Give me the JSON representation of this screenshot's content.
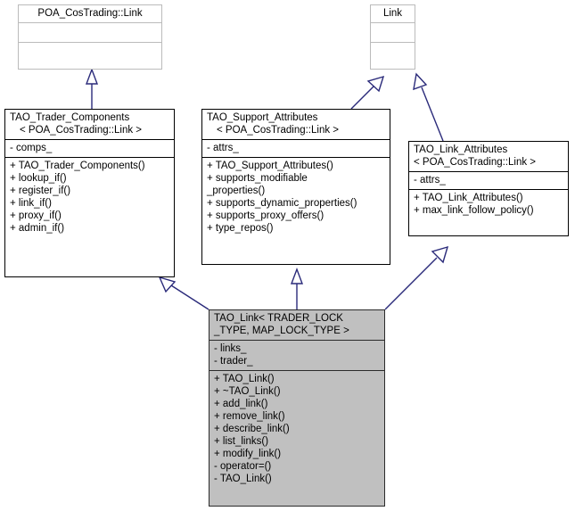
{
  "diagram": {
    "type": "uml-class-diagram",
    "title": "TAO_Link class inheritance diagram",
    "colors": {
      "edge": "#2a2a7a",
      "node_border": "#000000",
      "ghost_border": "#bbbbbb",
      "highlight_fill": "#c0c0c0",
      "background": "#ffffff"
    }
  },
  "nodes": {
    "poa_costrading_link": {
      "name_lines": [
        "POA_CosTrading::Link"
      ],
      "attributes": [],
      "operations": [],
      "style": "ghost"
    },
    "link": {
      "name_lines": [
        "Link"
      ],
      "attributes": [],
      "operations": [],
      "style": "ghost"
    },
    "tao_trader_components": {
      "name_lines": [
        "TAO_Trader_Components",
        "< POA_CosTrading::Link >"
      ],
      "attributes": [
        "- comps_"
      ],
      "operations": [
        "+ TAO_Trader_Components()",
        "+ lookup_if()",
        "+ register_if()",
        "+ link_if()",
        "+ proxy_if()",
        "+ admin_if()"
      ],
      "style": "plain"
    },
    "tao_support_attributes": {
      "name_lines": [
        "TAO_Support_Attributes",
        "< POA_CosTrading::Link >"
      ],
      "attributes": [
        "- attrs_"
      ],
      "operations": [
        "+ TAO_Support_Attributes()",
        "+ supports_modifiable",
        "_properties()",
        "+ supports_dynamic_properties()",
        "+ supports_proxy_offers()",
        "+ type_repos()"
      ],
      "style": "plain"
    },
    "tao_link_attributes": {
      "name_lines": [
        "TAO_Link_Attributes",
        "< POA_CosTrading::Link >"
      ],
      "attributes": [
        "- attrs_"
      ],
      "operations": [
        "+ TAO_Link_Attributes()",
        "+ max_link_follow_policy()"
      ],
      "style": "plain"
    },
    "tao_link": {
      "name_lines": [
        "TAO_Link< TRADER_LOCK",
        "_TYPE, MAP_LOCK_TYPE >"
      ],
      "attributes": [
        "- links_",
        "- trader_"
      ],
      "operations": [
        "+ TAO_Link()",
        "+ ~TAO_Link()",
        "+ add_link()",
        "+ remove_link()",
        "+ describe_link()",
        "+ list_links()",
        "+ modify_link()",
        "- operator=()",
        "- TAO_Link()"
      ],
      "style": "highlight"
    }
  },
  "edges": [
    {
      "from": "tao_trader_components",
      "to": "poa_costrading_link",
      "kind": "generalization"
    },
    {
      "from": "tao_support_attributes",
      "to": "link",
      "kind": "generalization"
    },
    {
      "from": "tao_link_attributes",
      "to": "link",
      "kind": "generalization"
    },
    {
      "from": "tao_link",
      "to": "tao_trader_components",
      "kind": "generalization"
    },
    {
      "from": "tao_link",
      "to": "tao_support_attributes",
      "kind": "generalization"
    },
    {
      "from": "tao_link",
      "to": "tao_link_attributes",
      "kind": "generalization"
    }
  ]
}
